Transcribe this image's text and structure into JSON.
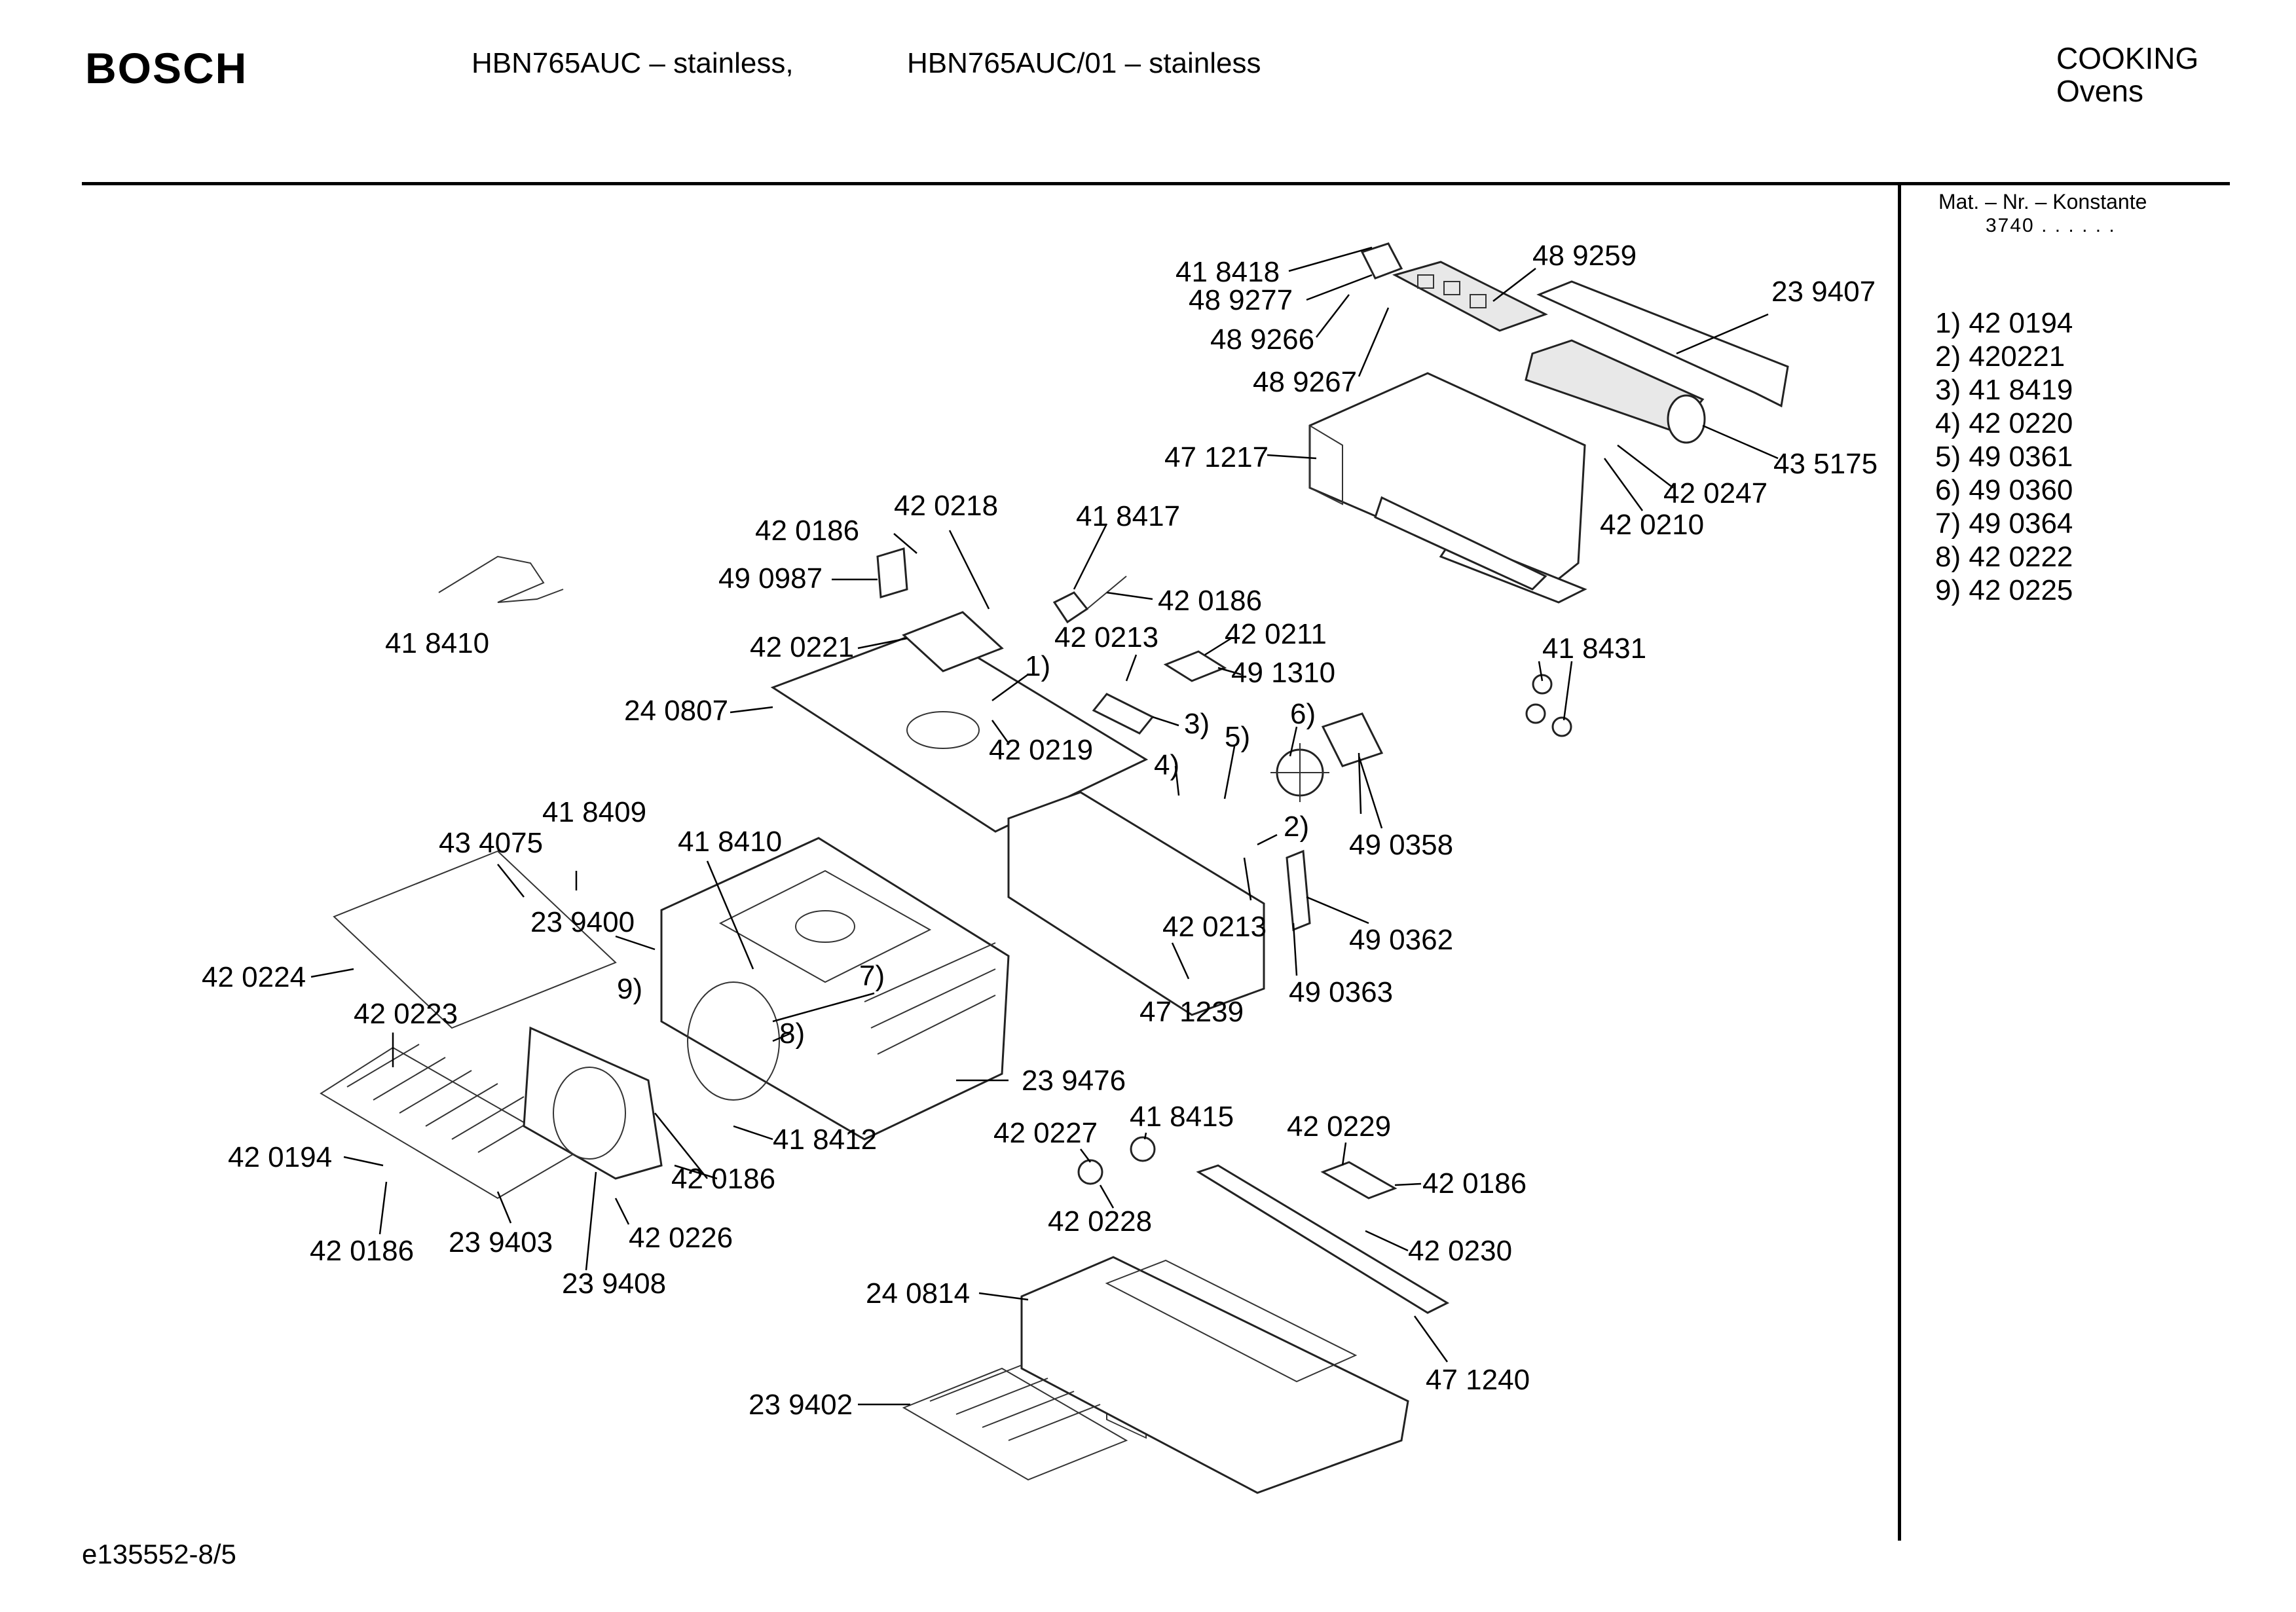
{
  "header": {
    "brand": "BOSCH",
    "model_1": "HBN765AUC – stainless,",
    "model_2": "HBN765AUC/01 – stainless",
    "category": "COOKING",
    "subcategory": "Ovens"
  },
  "sidebar": {
    "mat_label": "Mat. – Nr. – Konstante",
    "mat_value": "3740 . . . . . .",
    "legend": [
      "1) 42 0194",
      "2) 420221",
      "3) 41 8419",
      "4) 42 0220",
      "5) 49 0361",
      "6) 49 0360",
      "7) 49 0364",
      "8) 42 0222",
      "9) 42 0225"
    ]
  },
  "parts": [
    "41 8418",
    "48 9277",
    "48 9266",
    "48 9267",
    "48 9259",
    "23 9407",
    "47 1217",
    "42 0247",
    "43 5175",
    "42 0210",
    "42 0186",
    "42 0218",
    "41 8417",
    "49 0987",
    "42 0186",
    "42 0221",
    "42 0213",
    "42 0211",
    "49 1310",
    "41 8410",
    "24 0807",
    "1)",
    "3)",
    "42 0219",
    "5)",
    "6)",
    "4)",
    "41 8431",
    "49 0358",
    "2)",
    "42 0213",
    "49 0362",
    "47 1239",
    "49 0363",
    "41 8409",
    "43 4075",
    "41 8410",
    "23 9400",
    "42 0224",
    "9)",
    "7)",
    "42 0223",
    "8)",
    "23 9476",
    "42 0194",
    "41 8412",
    "42 0186",
    "42 0227",
    "41 8415",
    "42 0229",
    "42 0186",
    "42 0228",
    "42 0230",
    "42 0186",
    "23 9403",
    "42 0226",
    "23 9408",
    "24 0814",
    "47 1240",
    "23 9402"
  ],
  "footer": {
    "code": "e135552-8/5"
  }
}
